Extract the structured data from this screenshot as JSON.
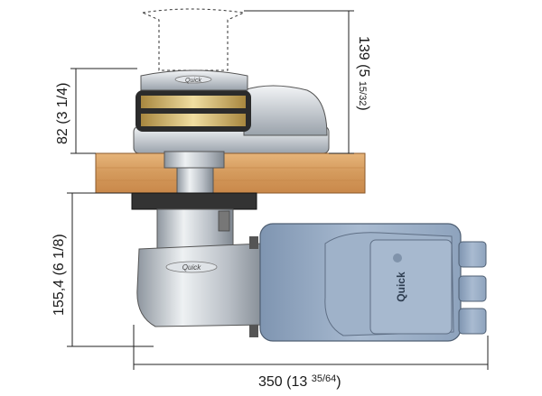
{
  "diagram": {
    "logo_text": "Quick",
    "dimensions": {
      "height_top": {
        "main": "139 (5 ",
        "fraction": "15/32",
        "close": ")"
      },
      "height_above_deck": {
        "main": "82 (3 1/4)"
      },
      "height_below_deck": {
        "main": "155,4 (6 1/8)"
      },
      "width": {
        "main": "350 (13 ",
        "fraction": "35/64",
        "close": ")"
      }
    },
    "colors": {
      "deck_wood": "#d9a268",
      "motor_blue": "#93a9c4",
      "metal": "#c9ced4",
      "gold": "#d8b96a",
      "line": "#222222"
    }
  }
}
